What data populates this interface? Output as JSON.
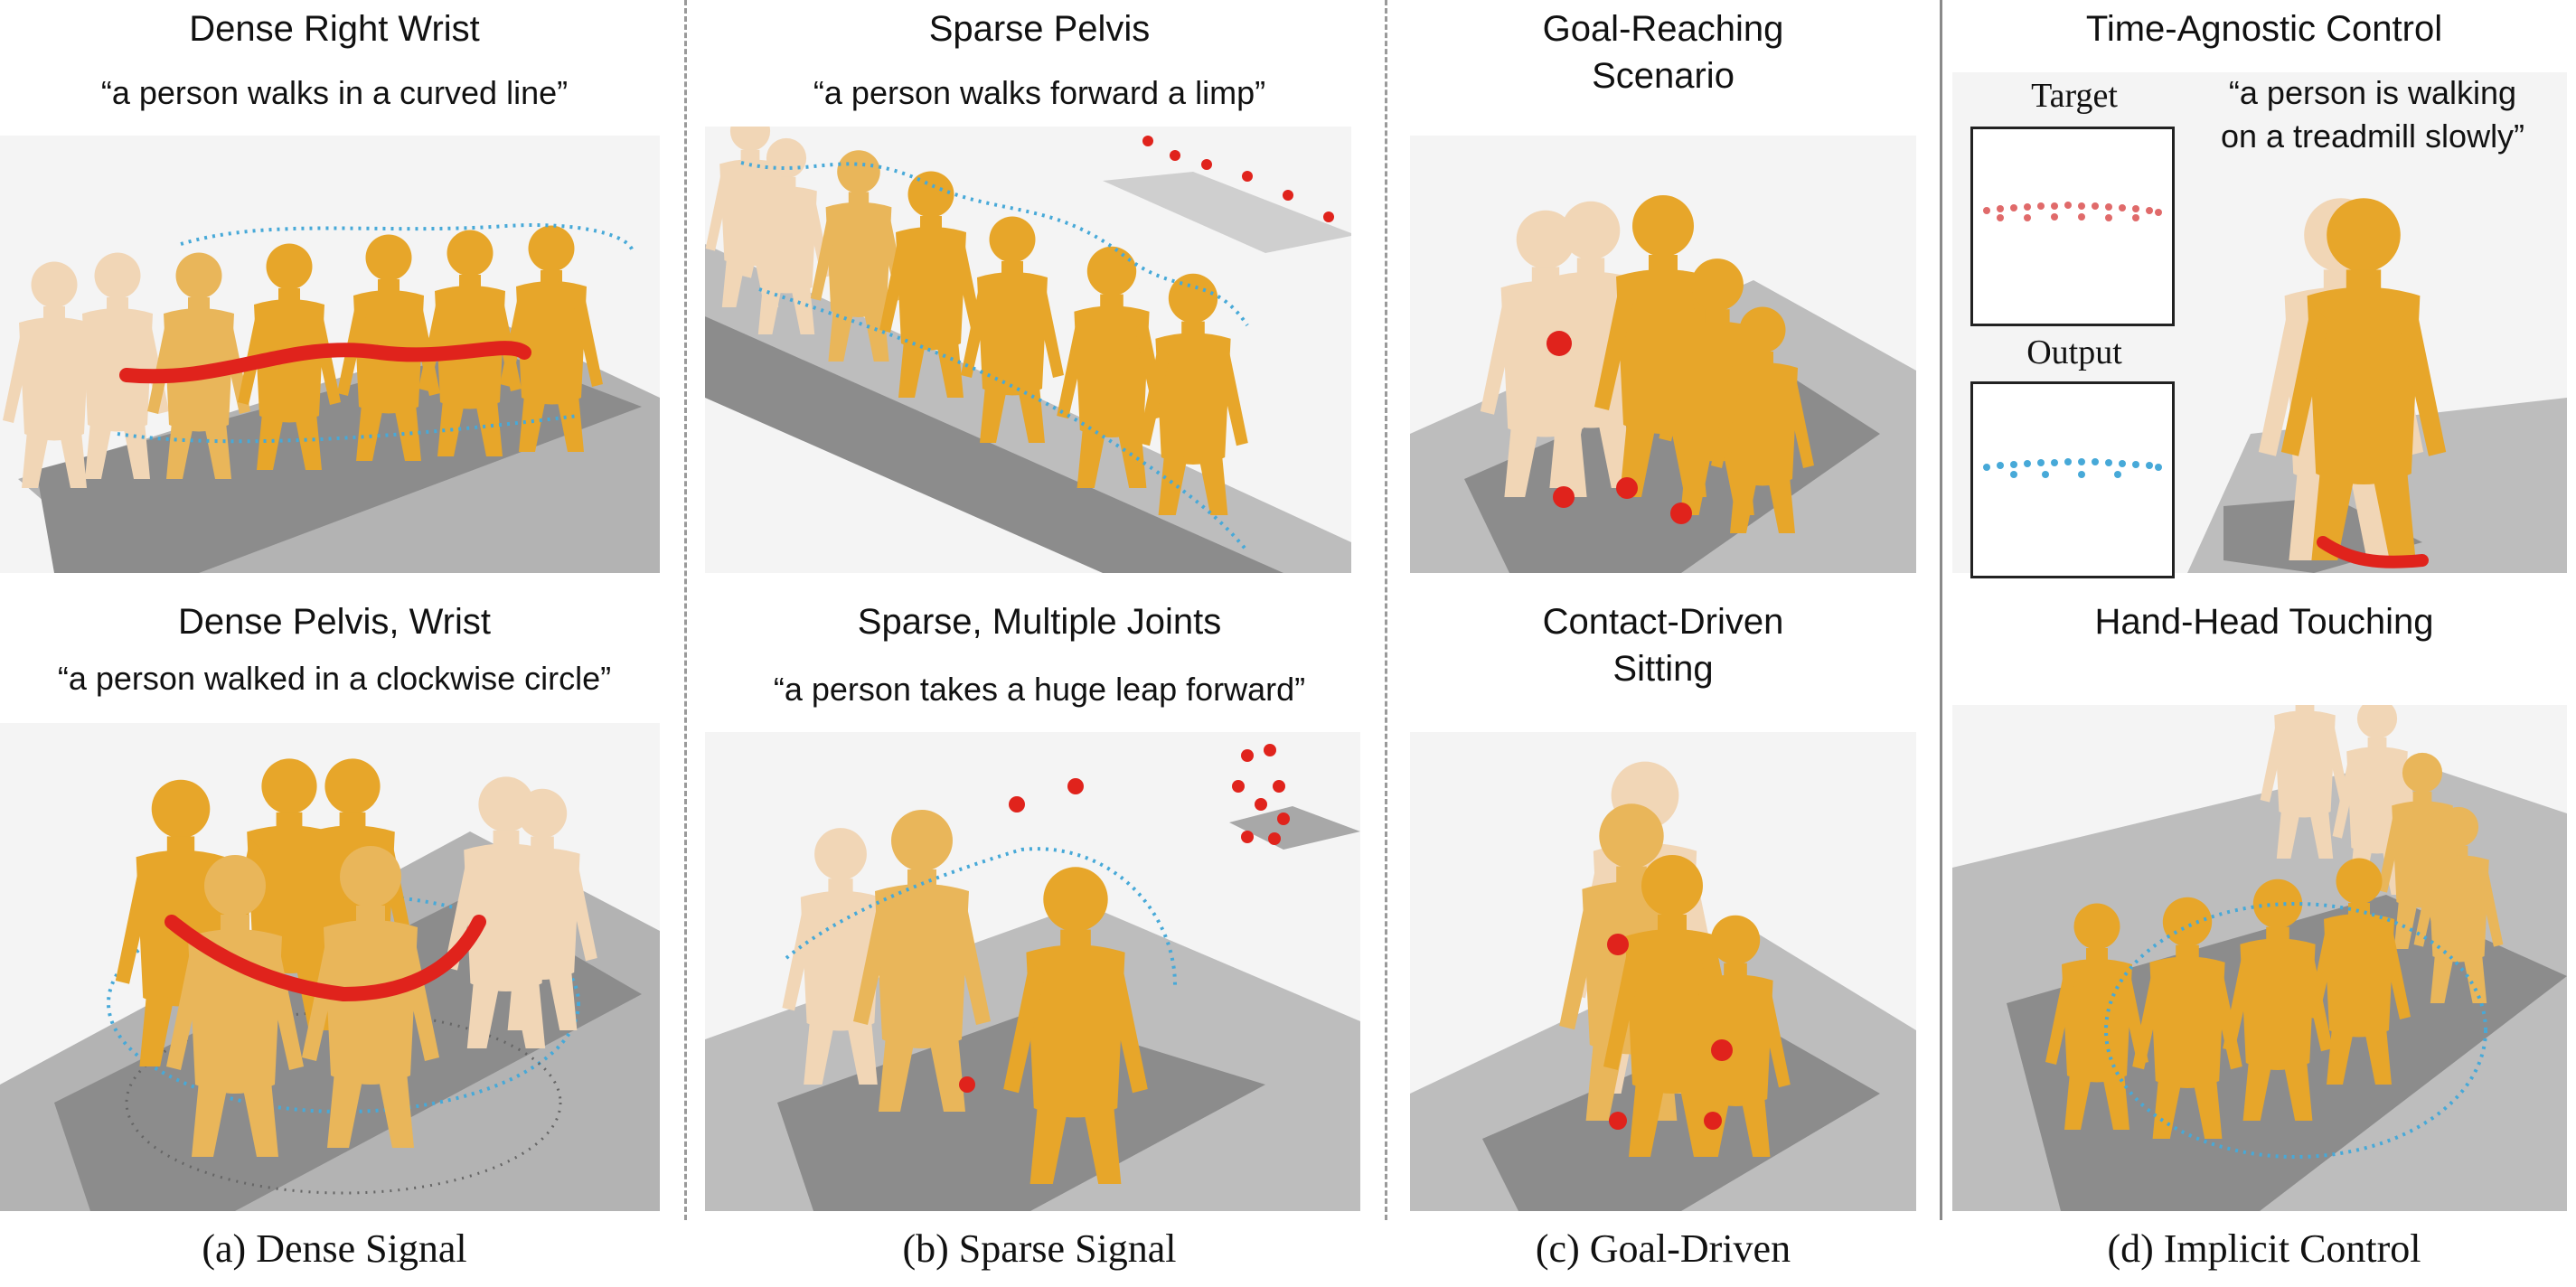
{
  "columns": {
    "a": {
      "caption": "(a)  Dense Signal",
      "top": {
        "title": "Dense Right Wrist",
        "quote": "“a person walks in a curved line”"
      },
      "bottom": {
        "title": "Dense Pelvis, Wrist",
        "quote": "“a person walked in a clockwise circle”"
      }
    },
    "b": {
      "caption": "(b) Sparse Signal",
      "top": {
        "title": "Sparse Pelvis",
        "quote": "“a person walks forward a limp”"
      },
      "bottom": {
        "title": "Sparse, Multiple Joints",
        "quote": "“a person takes a huge leap forward”"
      }
    },
    "c": {
      "caption": "(c) Goal-Driven",
      "top": {
        "title_line1": "Goal-Reaching",
        "title_line2": "Scenario"
      },
      "bottom": {
        "title_line1": "Contact-Driven",
        "title_line2": "Sitting"
      }
    },
    "d": {
      "caption": "(d) Implicit Control",
      "top": {
        "title": "Time-Agnostic Control",
        "quote_line1": "“a person is walking",
        "quote_line2": "on a treadmill slowly”",
        "inset_target": "Target",
        "inset_output": "Output"
      },
      "bottom": {
        "title": "Hand-Head Touching"
      }
    }
  },
  "colors": {
    "figure_gold": "#e7a62a",
    "figure_pale": "#f1d6b6",
    "control_red": "#e0231c",
    "trajectory_blue": "#47a9d8",
    "floor_gray": "#8c8c8c",
    "floor_light": "#cfcfcf"
  }
}
